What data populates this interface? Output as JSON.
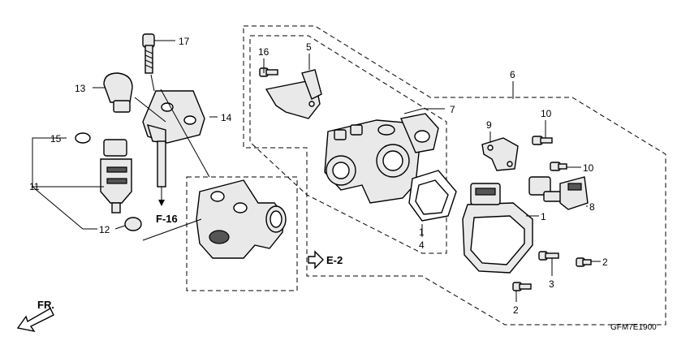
{
  "diagram": {
    "code": "GFM7E1900",
    "direction_label": "FR.",
    "refs": {
      "fuel_line": "F-16",
      "engine": "E-2"
    },
    "callouts": {
      "c1a": "1",
      "c1b": "1",
      "c2a": "2",
      "c2b": "2",
      "c3": "3",
      "c4": "4",
      "c5": "5",
      "c6": "6",
      "c7": "7",
      "c8": "8",
      "c9": "9",
      "c10a": "10",
      "c10b": "10",
      "c11": "11",
      "c12": "12",
      "c13": "13",
      "c14": "14",
      "c15": "15",
      "c16": "16",
      "c17": "17"
    }
  }
}
